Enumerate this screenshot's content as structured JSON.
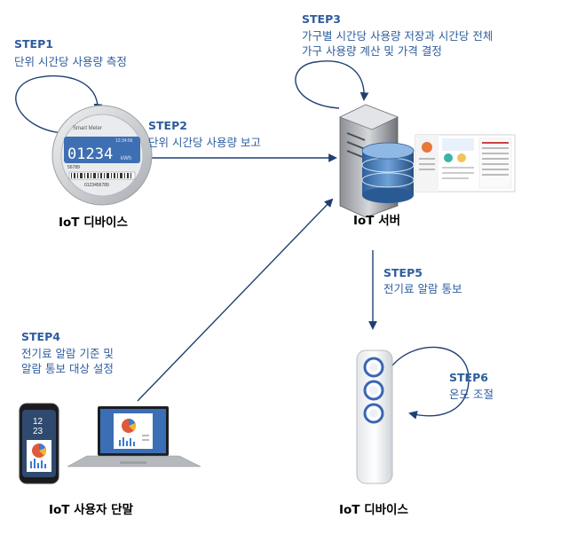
{
  "steps": {
    "step1": {
      "title": "STEP1",
      "desc": [
        "단위 시간당 사용량 측정"
      ]
    },
    "step2": {
      "title": "STEP2",
      "desc": [
        "단위 시간당 사용량 보고"
      ]
    },
    "step3": {
      "title": "STEP3",
      "desc": [
        "가구별 시간당 사용량 저장과 시간당 전체",
        "가구 사용량 계산 및 가격 결정"
      ]
    },
    "step4": {
      "title": "STEP4",
      "desc": [
        "전기료 알람 기준 및",
        "알람 통보 대상 설정"
      ]
    },
    "step5": {
      "title": "STEP5",
      "desc": [
        "전기료 알람 통보"
      ]
    },
    "step6": {
      "title": "STEP6",
      "desc": [
        "온도 조절"
      ]
    }
  },
  "nodes": {
    "meter": {
      "caption": "IoT 디바이스",
      "brand": "Smart Meter",
      "reading": "01234",
      "unit": "kWh",
      "time": "12:34:56",
      "id": "56789",
      "serial": "0123456789"
    },
    "server": {
      "caption": "IoT 서버"
    },
    "user_terminal": {
      "caption": "IoT 사용자 단말",
      "phone_time": "12",
      "phone_time2": "23"
    },
    "aircon": {
      "caption": "IoT 디바이스"
    }
  },
  "colors": {
    "step_text": "#2e5d9e",
    "arrow": "#1f3f73",
    "caption": "#000000"
  }
}
